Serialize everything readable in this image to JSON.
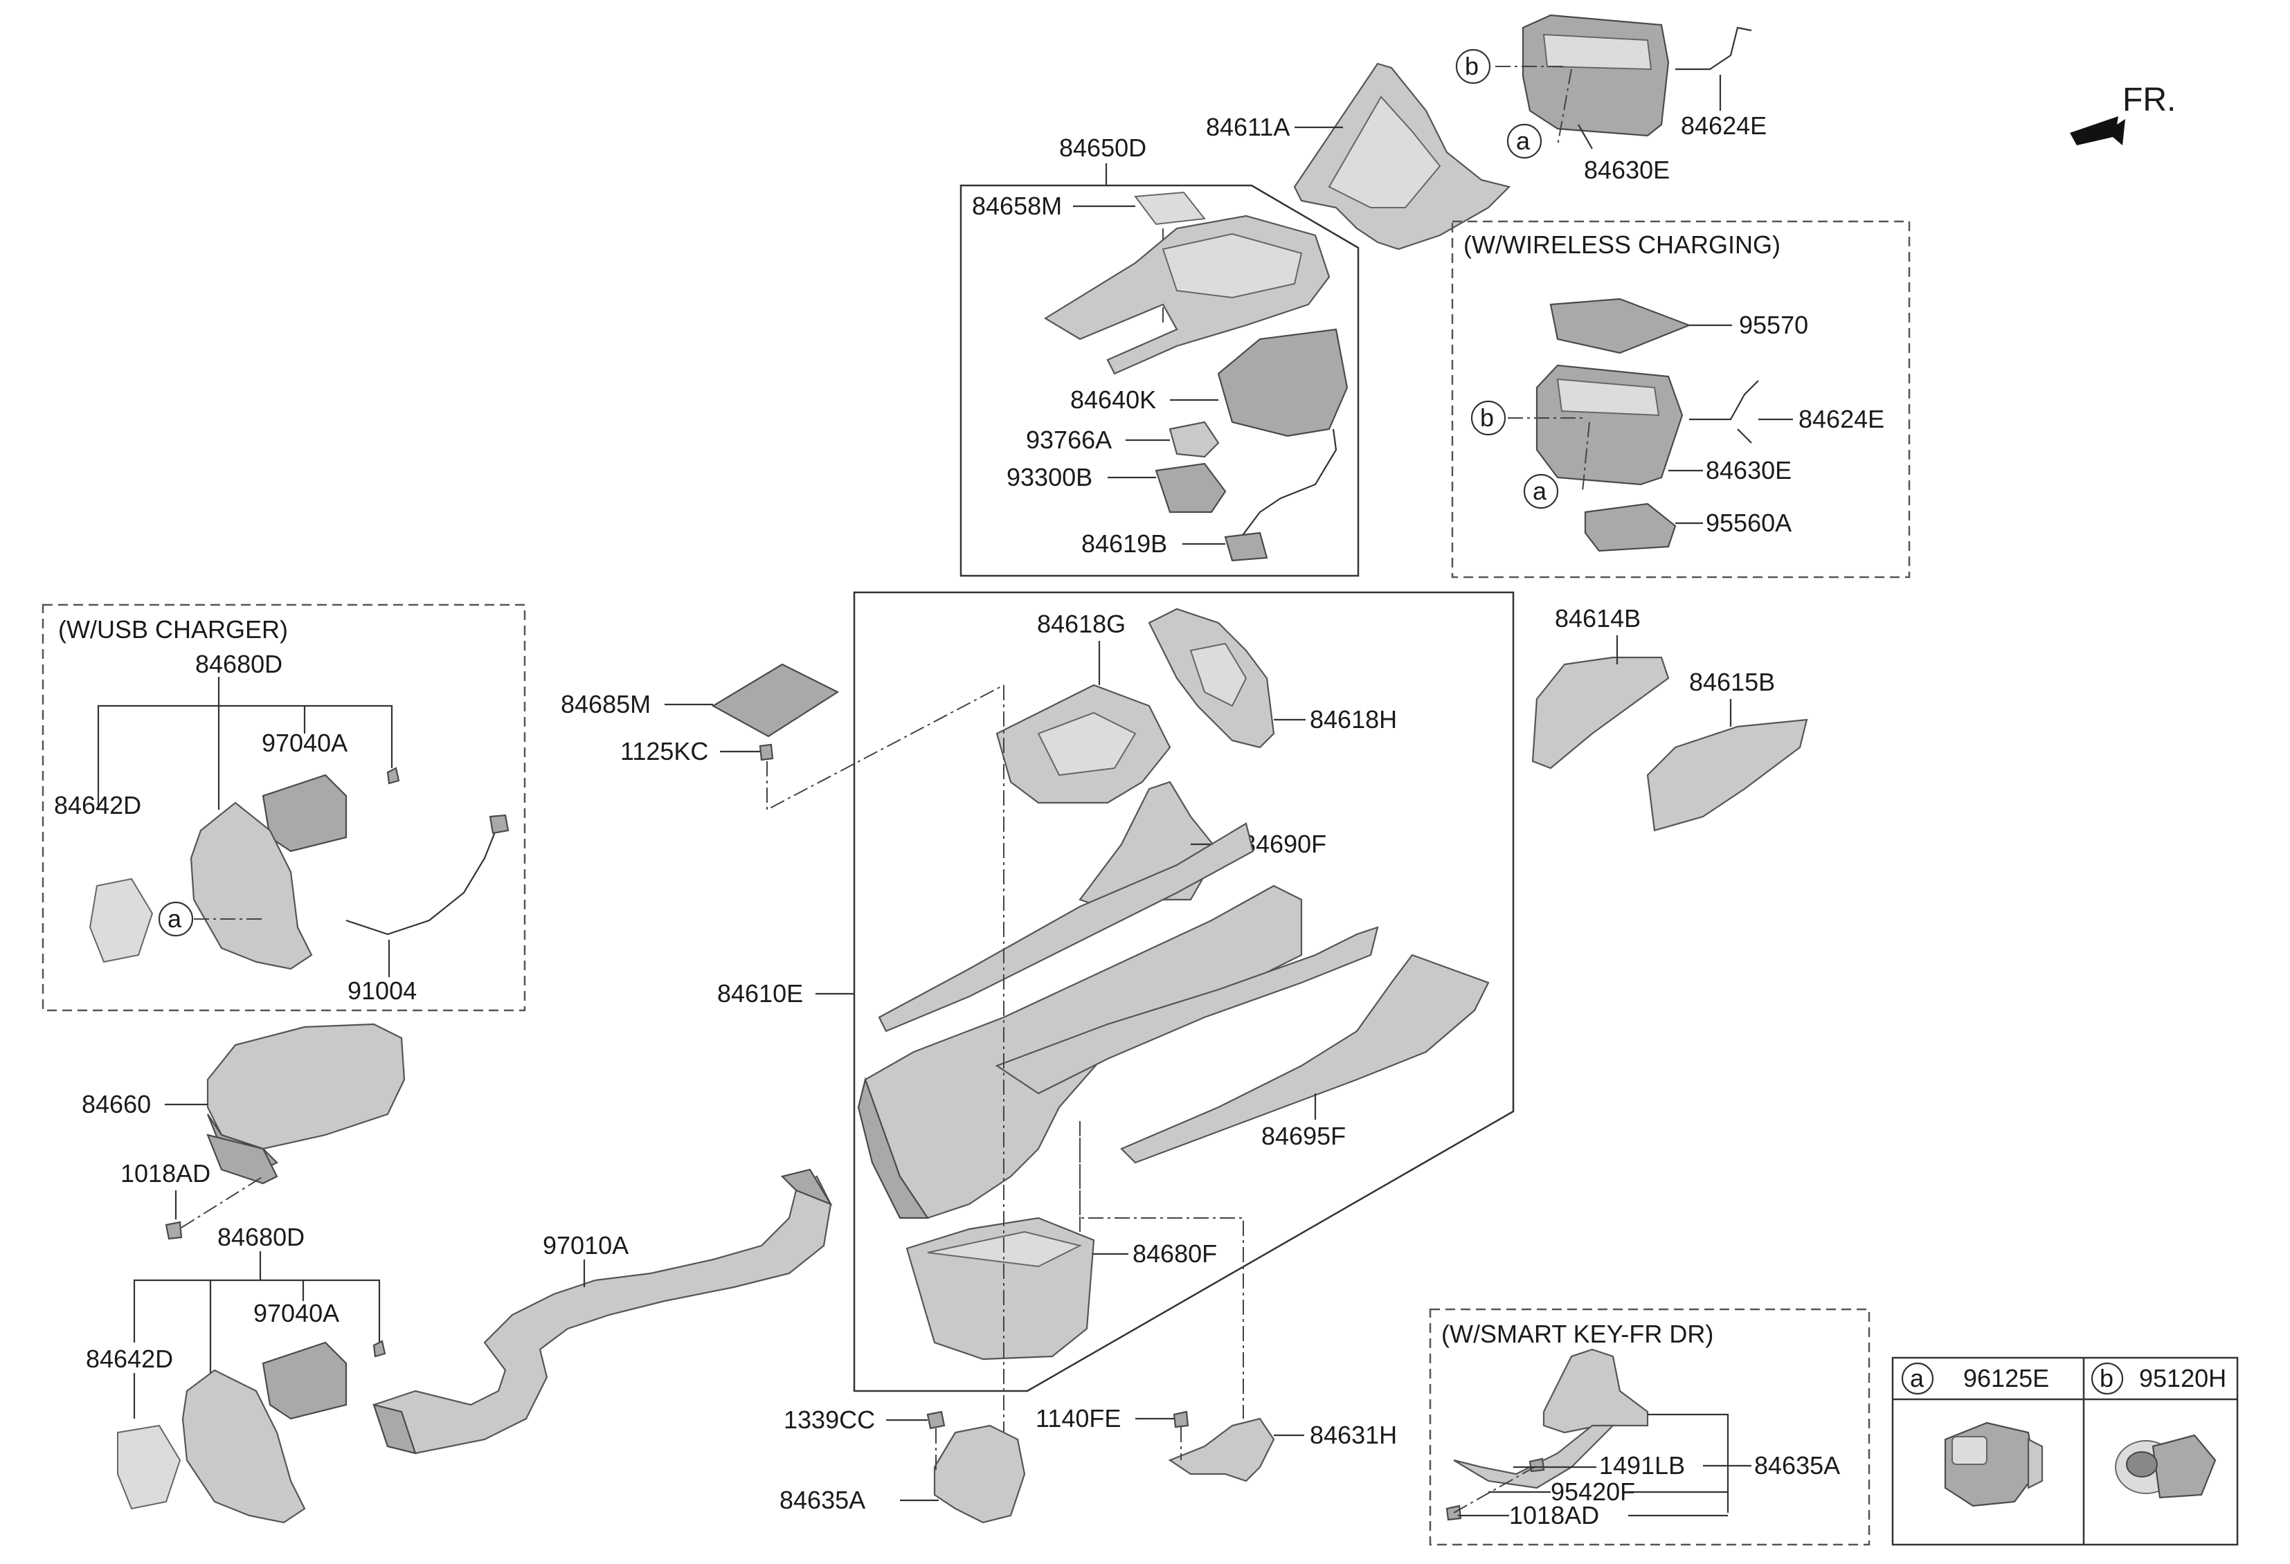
{
  "direction": {
    "label": "FR."
  },
  "groups": {
    "usb": "(W/USB CHARGER)",
    "wireless": "(W/WIRELESS CHARGING)",
    "smart_key": "(W/SMART KEY-FR DR)"
  },
  "callouts": {
    "a": "a",
    "b": "b"
  },
  "legend": {
    "a_part": "96125E",
    "b_part": "95120H"
  },
  "labels": {
    "p84611A": "84611A",
    "p84624E_top": "84624E",
    "p84630E_top": "84630E",
    "p84650D": "84650D",
    "p84658M": "84658M",
    "p84640K": "84640K",
    "p93766A": "93766A",
    "p93300B": "93300B",
    "p84619B": "84619B",
    "p95570": "95570",
    "p84624E_wc": "84624E",
    "p84630E_wc": "84630E",
    "p95560A": "95560A",
    "p84680D_top": "84680D",
    "p97040A_top": "97040A",
    "p84642D_top": "84642D",
    "p91004": "91004",
    "p84685M": "84685M",
    "p1125KC": "1125KC",
    "p84618G": "84618G",
    "p84618H": "84618H",
    "p84690F": "84690F",
    "p84610E": "84610E",
    "p84695F": "84695F",
    "p84614B": "84614B",
    "p84615B": "84615B",
    "p84660": "84660",
    "p1018AD_left": "1018AD",
    "p84680D_bot": "84680D",
    "p97040A_bot": "97040A",
    "p84642D_bot": "84642D",
    "p97010A": "97010A",
    "p84680F": "84680F",
    "p1339CC": "1339CC",
    "p84635A_left": "84635A",
    "p1140FE": "1140FE",
    "p84631H": "84631H",
    "p1491LB": "1491LB",
    "p95420F": "95420F",
    "p1018AD_sk": "1018AD",
    "p84635A_sk": "84635A"
  }
}
